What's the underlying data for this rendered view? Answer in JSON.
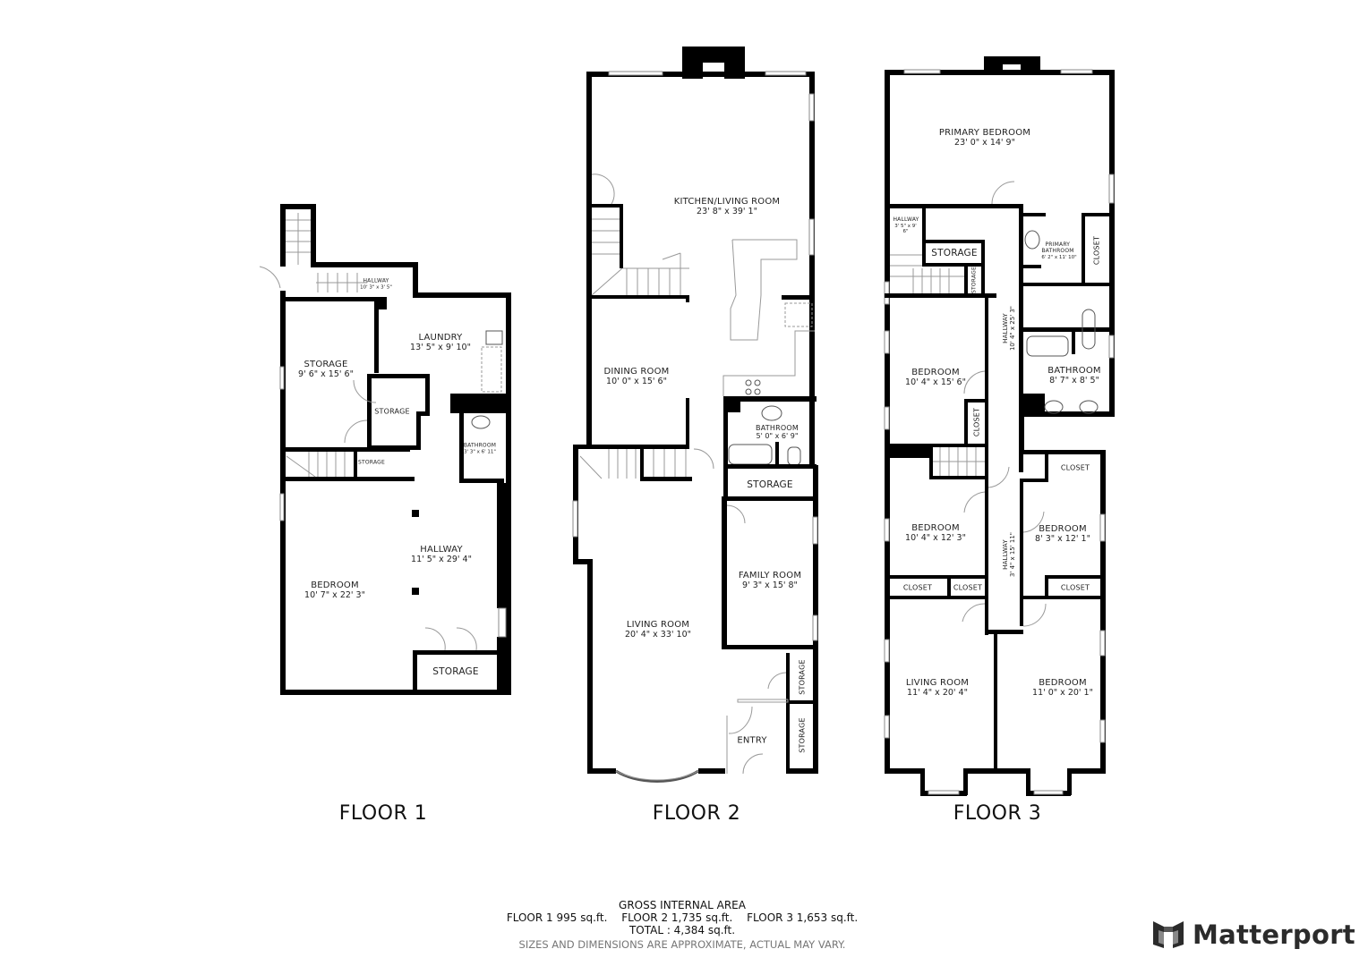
{
  "floors": [
    {
      "title": "FLOOR 1",
      "rooms": [
        {
          "name": "HALLWAY",
          "dims": "10' 3\" x 3' 5\""
        },
        {
          "name": "LAUNDRY",
          "dims": "13' 5\" x 9' 10\""
        },
        {
          "name": "STORAGE",
          "dims": "9' 6\" x 15' 6\""
        },
        {
          "name": "STORAGE",
          "dims": ""
        },
        {
          "name": "BATHROOM",
          "dims": "3' 3\" x 6' 11\""
        },
        {
          "name": "STORAGE",
          "dims": ""
        },
        {
          "name": "HALLWAY",
          "dims": "11' 5\" x 29' 4\""
        },
        {
          "name": "BEDROOM",
          "dims": "10' 7\" x 22' 3\""
        },
        {
          "name": "STORAGE",
          "dims": ""
        }
      ]
    },
    {
      "title": "FLOOR 2",
      "rooms": [
        {
          "name": "KITCHEN/LIVING ROOM",
          "dims": "23' 8\" x 39' 1\""
        },
        {
          "name": "DINING ROOM",
          "dims": "10' 0\" x 15' 6\""
        },
        {
          "name": "BATHROOM",
          "dims": "5' 0\" x 6' 9\""
        },
        {
          "name": "STORAGE",
          "dims": ""
        },
        {
          "name": "FAMILY ROOM",
          "dims": "9' 3\" x 15' 8\""
        },
        {
          "name": "LIVING ROOM",
          "dims": "20' 4\" x 33' 10\""
        },
        {
          "name": "STORAGE",
          "dims": ""
        },
        {
          "name": "ENTRY",
          "dims": ""
        },
        {
          "name": "STORAGE",
          "dims": ""
        }
      ]
    },
    {
      "title": "FLOOR 3",
      "rooms": [
        {
          "name": "PRIMARY BEDROOM",
          "dims": "23' 0\" x 14' 9\""
        },
        {
          "name": "HALLWAY",
          "dims": "3' 5\" x 9' 6\""
        },
        {
          "name": "STORAGE",
          "dims": ""
        },
        {
          "name": "STORAGE",
          "dims": ""
        },
        {
          "name": "PRIMARY BATHROOM",
          "dims": "6' 2\" x 11' 10\""
        },
        {
          "name": "CLOSET",
          "dims": ""
        },
        {
          "name": "HALLWAY",
          "dims": "10' 4\" x 25' 3\""
        },
        {
          "name": "BEDROOM",
          "dims": "10' 4\" x 15' 6\""
        },
        {
          "name": "CLOSET",
          "dims": ""
        },
        {
          "name": "BATHROOM",
          "dims": "8' 7\" x 8' 5\""
        },
        {
          "name": "CLOSET",
          "dims": ""
        },
        {
          "name": "BEDROOM",
          "dims": "10' 4\" x 12' 3\""
        },
        {
          "name": "HALLWAY",
          "dims": "3' 4\" x 15' 11\""
        },
        {
          "name": "BEDROOM",
          "dims": "8' 3\" x 12' 1\""
        },
        {
          "name": "CLOSET",
          "dims": ""
        },
        {
          "name": "CLOSET",
          "dims": ""
        },
        {
          "name": "CLOSET",
          "dims": ""
        },
        {
          "name": "LIVING ROOM",
          "dims": "11' 4\" x 20' 4\""
        },
        {
          "name": "BEDROOM",
          "dims": "11' 0\" x 20' 1\""
        }
      ]
    }
  ],
  "gross_internal_area": {
    "heading": "GROSS INTERNAL AREA",
    "floor1": "FLOOR 1 995 sq.ft.",
    "floor2": "FLOOR 2 1,735 sq.ft.",
    "floor3": "FLOOR 3 1,653 sq.ft.",
    "total": "TOTAL :  4,384 sq.ft.",
    "disclaimer": "SIZES AND DIMENSIONS ARE APPROXIMATE, ACTUAL MAY VARY."
  },
  "brand": {
    "name": "Matterport",
    "icon": "matterport-logo-icon"
  }
}
